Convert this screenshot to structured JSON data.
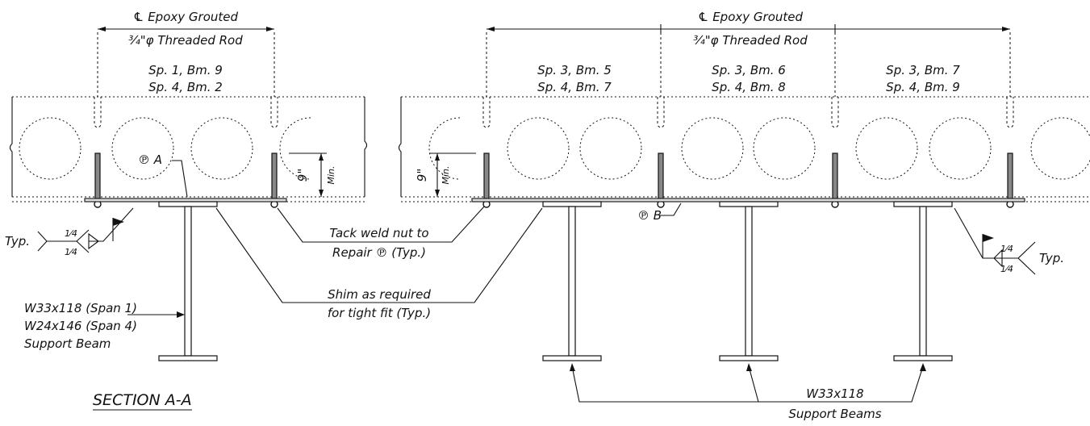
{
  "labels": {
    "cl_epoxy_left": "℄ Epoxy Grouted",
    "rod_left": "¾\"φ Threaded Rod",
    "cl_epoxy_right": "℄ Epoxy Grouted",
    "rod_right": "¾\"φ Threaded Rod",
    "beam_left_line1": "Sp. 1, Bm. 9",
    "beam_left_line2": "Sp. 4, Bm. 2",
    "beam_r1_line1": "Sp. 3, Bm. 5",
    "beam_r1_line2": "Sp. 4, Bm. 7",
    "beam_r2_line1": "Sp. 3, Bm. 6",
    "beam_r2_line2": "Sp. 4, Bm. 8",
    "beam_r3_line1": "Sp. 3, Bm. 7",
    "beam_r3_line2": "Sp. 4, Bm. 9",
    "plate_a": "℗ A",
    "plate_b": "℗ B",
    "dim_left": "9\"",
    "dim_left_min": "Min.",
    "dim_right": "9\"",
    "dim_right_min": "Min.",
    "typ_left": "Typ.",
    "typ_right": "Typ.",
    "weld_frac": "1⁄4",
    "tack_weld_1": "Tack weld nut to",
    "tack_weld_2": "Repair ℗ (Typ.)",
    "shim_1": "Shim as required",
    "shim_2": "for tight fit (Typ.)",
    "support_left_1": "W33x118 (Span 1)",
    "support_left_2": "W24x146 (Span 4)",
    "support_left_3": "Support Beam",
    "support_right_1": "W33x118",
    "support_right_2": "Support Beams",
    "section_title": "SECTION A-A"
  }
}
